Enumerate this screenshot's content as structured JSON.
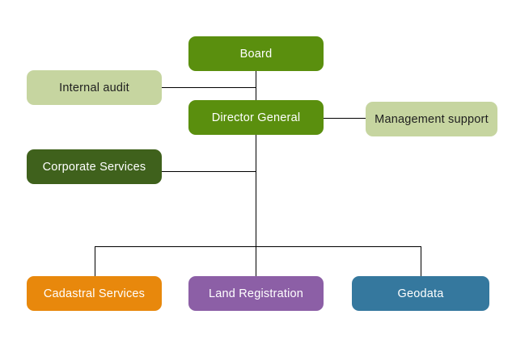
{
  "diagram": {
    "type": "org-chart",
    "background_color": "#ffffff",
    "connector_color": "#000000",
    "nodes": {
      "board": {
        "label": "Board",
        "color": "#5a8f0e",
        "text_color": "#ffffff"
      },
      "internal_audit": {
        "label": "Internal audit",
        "color": "#c6d5a0",
        "text_color": "#1f1f1f"
      },
      "director_general": {
        "label": "Director General",
        "color": "#5a8f0e",
        "text_color": "#ffffff"
      },
      "management_support": {
        "label": "Management support",
        "color": "#c6d5a0",
        "text_color": "#1f1f1f"
      },
      "corporate_services": {
        "label": "Corporate Services",
        "color": "#3f611c",
        "text_color": "#ffffff"
      },
      "cadastral_services": {
        "label": "Cadastral Services",
        "color": "#e8880c",
        "text_color": "#ffffff"
      },
      "land_registration": {
        "label": "Land Registration",
        "color": "#8c5fa6",
        "text_color": "#ffffff"
      },
      "geodata": {
        "label": "Geodata",
        "color": "#35789e",
        "text_color": "#ffffff"
      }
    },
    "edges": [
      "board -> director_general",
      "internal_audit -> board/director_general trunk",
      "director_general -> management_support",
      "corporate_services -> director_general trunk",
      "director_general -> cadastral_services",
      "director_general -> land_registration",
      "director_general -> geodata"
    ]
  }
}
